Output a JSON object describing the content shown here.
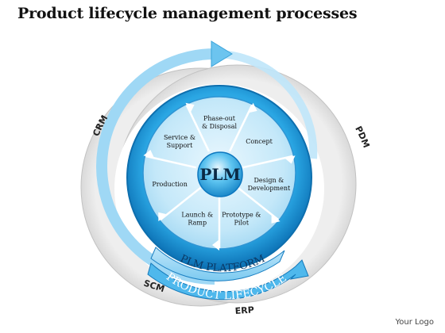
{
  "title": "Product lifecycle management processes",
  "center_label": "PLM",
  "segments": [
    {
      "label_lines": [
        "Phase-out",
        "& Disposal"
      ]
    },
    {
      "label_lines": [
        "Concept"
      ]
    },
    {
      "label_lines": [
        "Design &",
        "Development"
      ]
    },
    {
      "label_lines": [
        "Prototype &",
        "Pilot"
      ]
    },
    {
      "label_lines": [
        "Launch &",
        "Ramp"
      ]
    },
    {
      "label_lines": [
        "Production"
      ]
    },
    {
      "label_lines": [
        "Service &",
        "Support"
      ]
    }
  ],
  "platform_label": "PLM PLATFORM",
  "lifecycle_label": "PRODUCT LIFECYCLE",
  "outer_labels": {
    "crm": "CRM",
    "pdm": "PDM",
    "scm": "SCM",
    "erp": "ERP"
  },
  "logo": "Your Logo",
  "colors": {
    "accent_blue": "#1a8fd6",
    "light_blue": "#bfe4f7",
    "gray_ring": "#d9d9d9",
    "text_dark": "#111111"
  }
}
